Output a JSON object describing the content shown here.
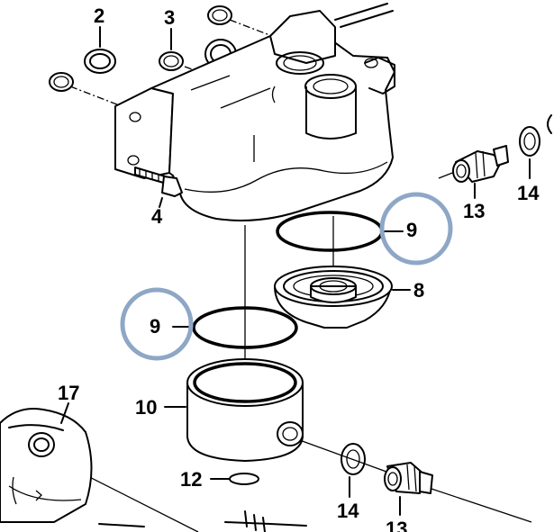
{
  "labels": {
    "l2": "2",
    "l3": "3",
    "l4": "4",
    "l8": "8",
    "l9a": "9",
    "l9b": "9",
    "l10": "10",
    "l12": "12",
    "l13a": "13",
    "l13b": "13",
    "l14a": "14",
    "l14b": "14",
    "l17": "17"
  },
  "colors": {
    "highlight": "#8fa7c6",
    "line": "#000000",
    "background": "#ffffff"
  }
}
